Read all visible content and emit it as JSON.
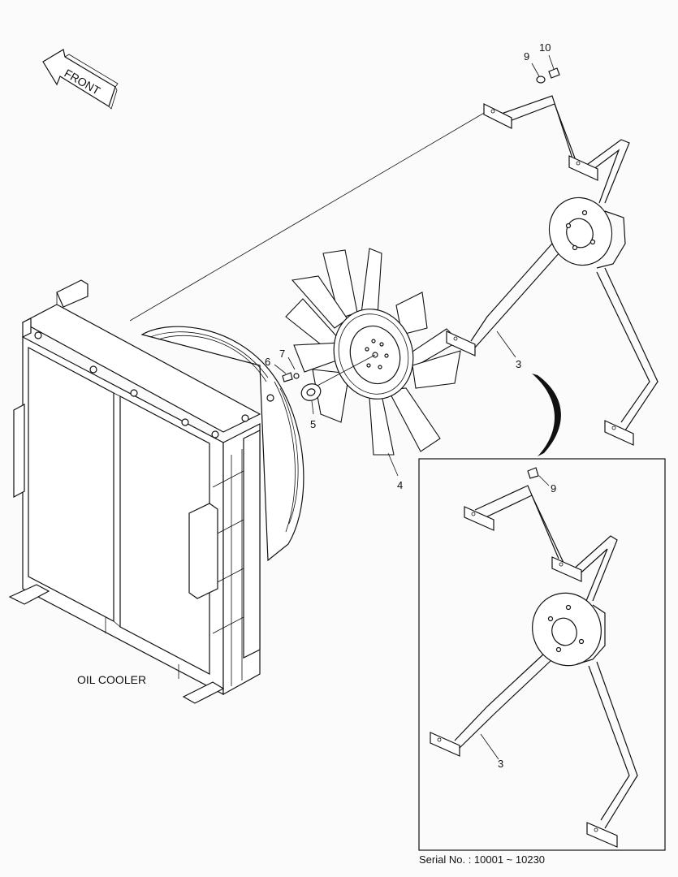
{
  "arrow": {
    "label": "FRONT"
  },
  "callouts": {
    "c10": "10",
    "c9_top": "9",
    "c6": "6",
    "c7": "7",
    "c5": "5",
    "c4": "4",
    "c3_top": "3",
    "c9_inset": "9",
    "c3_inset": "3"
  },
  "oil_cooler": {
    "label": "OIL COOLER"
  },
  "inset": {
    "serial": "Serial No. : 10001 ~ 10230"
  }
}
